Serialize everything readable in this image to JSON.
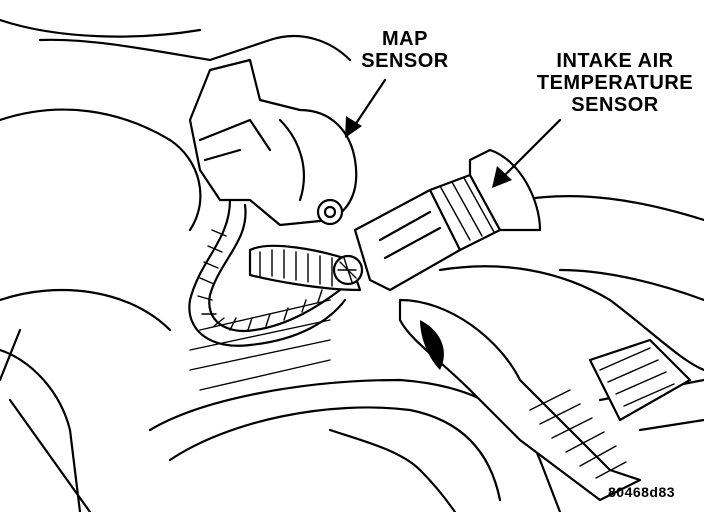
{
  "labels": {
    "map_sensor": [
      "MAP",
      "SENSOR"
    ],
    "intake_air_temp_sensor": [
      "INTAKE AIR",
      "TEMPERATURE",
      "SENSOR"
    ]
  },
  "figure_code": "80468d83"
}
